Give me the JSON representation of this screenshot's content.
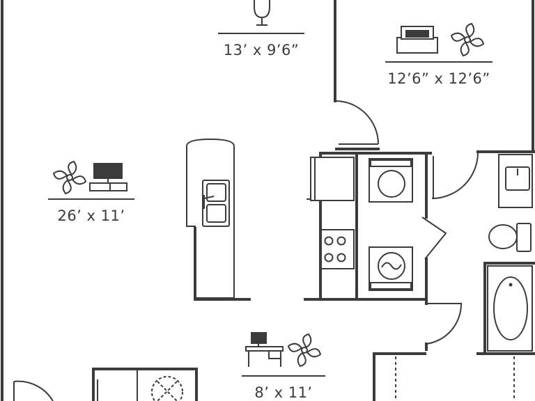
{
  "rooms": {
    "dining": {
      "dimension": "13’ x 9’6”",
      "icon": "wine-glass-icon"
    },
    "bedroom": {
      "dimension": "12’6” x 12’6”",
      "icons": [
        "bed-icon",
        "ceiling-fan-icon"
      ]
    },
    "living": {
      "dimension": "26’ x 11’",
      "icons": [
        "ceiling-fan-icon",
        "tv-icon"
      ]
    },
    "study": {
      "dimension": "8’ x 11’",
      "icons": [
        "desk-icon",
        "ceiling-fan-icon"
      ]
    }
  },
  "colors": {
    "line": "#3b3b3b",
    "background": "#ffffff"
  }
}
